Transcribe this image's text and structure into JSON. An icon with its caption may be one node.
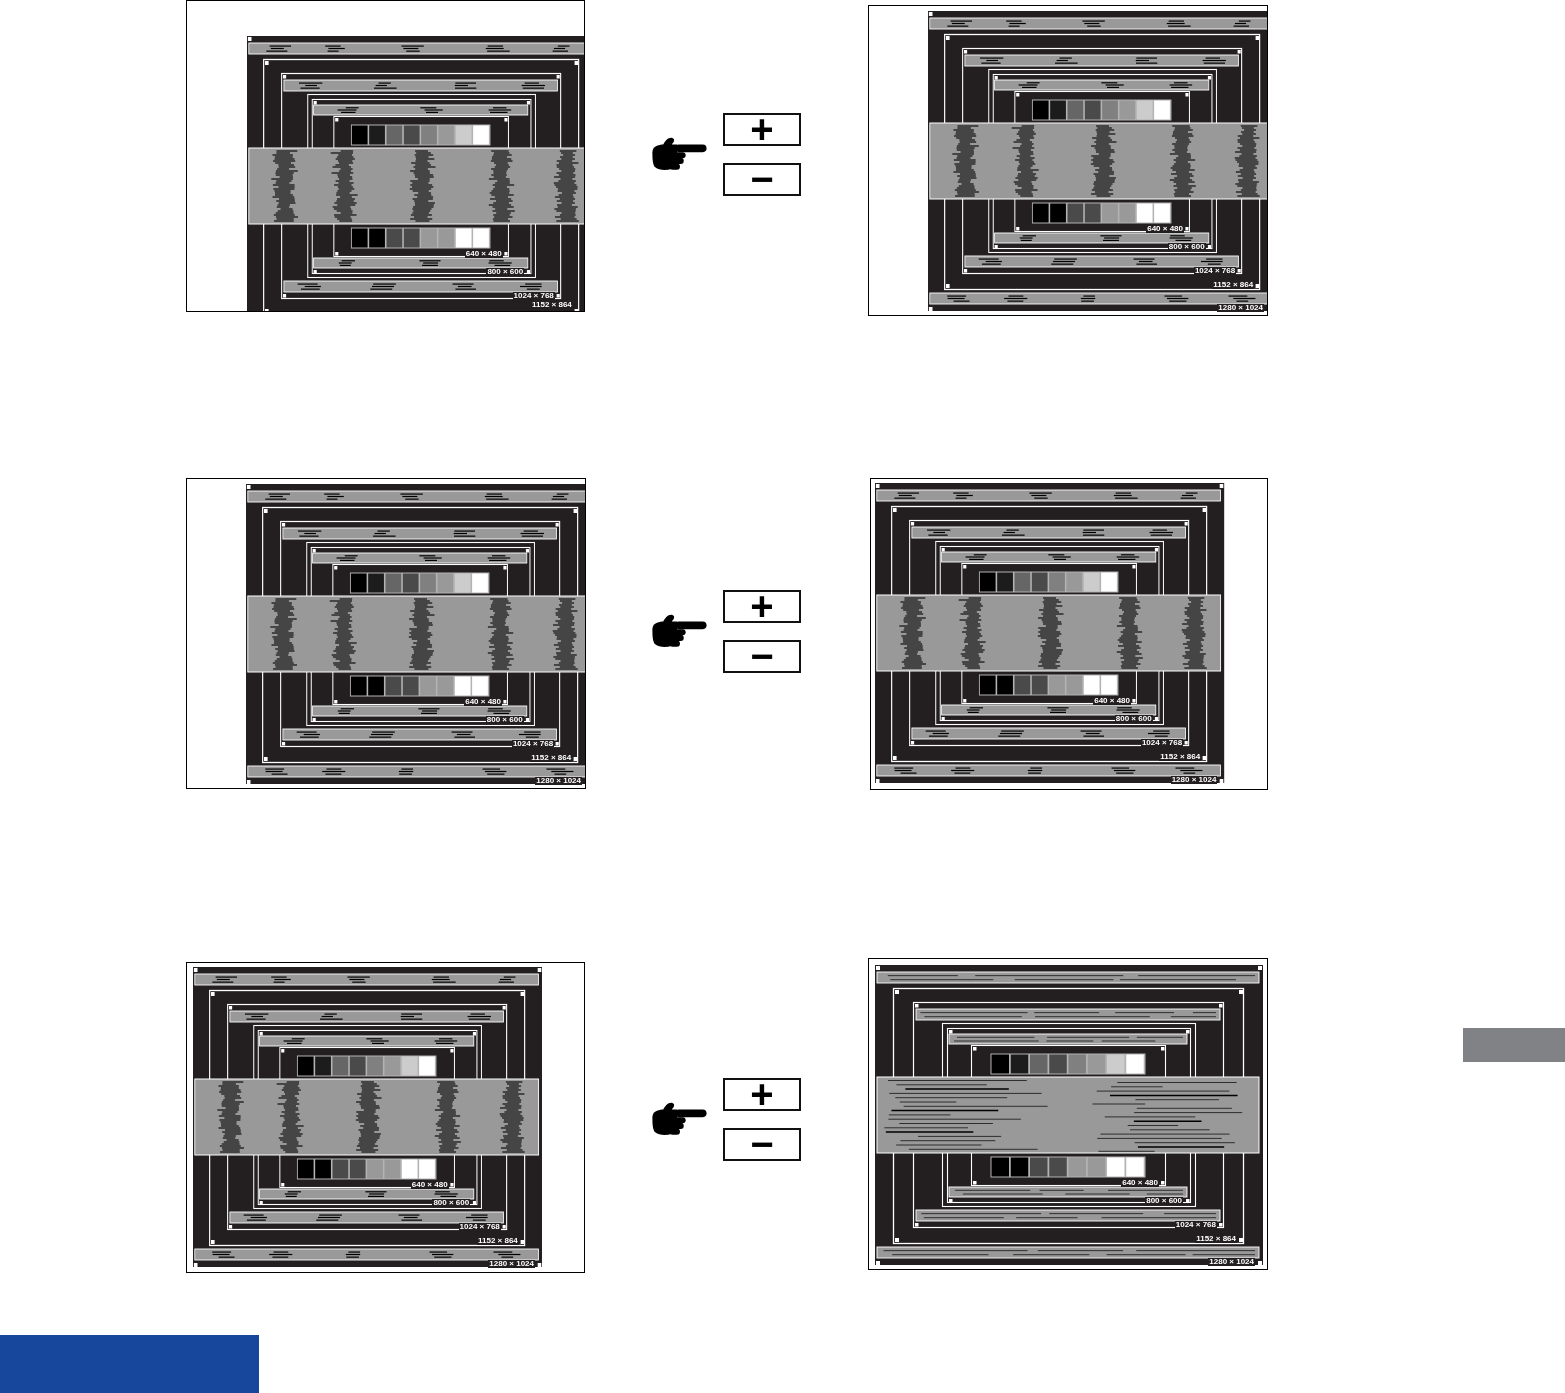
{
  "diagram": {
    "nodes": [
      {
        "text": [
          "640 × 480",
          "800 × 600",
          "1024 × 768",
          "1152 × 864"
        ]
      },
      {
        "text": [
          "+"
        ]
      },
      {
        "text": [
          "−"
        ]
      },
      {
        "text": [
          "640 × 480",
          "800 × 600",
          "1024 × 768",
          "1152 × 864",
          "1280 × 1024"
        ]
      },
      {
        "text": [
          "640 × 480",
          "800 × 600",
          "1024 × 768",
          "1152 × 864",
          "1280 × 1024"
        ]
      },
      {
        "text": [
          "+"
        ]
      },
      {
        "text": [
          "−"
        ]
      },
      {
        "text": [
          "640 × 480",
          "800 × 600",
          "1024 × 768",
          "1152 × 864",
          "1280 × 1024"
        ]
      },
      {
        "text": [
          "640 × 480",
          "800 × 600",
          "1024 × 768",
          "1152 × 864",
          "1280 × 1024"
        ]
      },
      {
        "text": [
          "+"
        ]
      },
      {
        "text": [
          "−"
        ]
      },
      {
        "text": [
          "640 × 480",
          "800 × 600",
          "1024 × 768",
          "1152 × 864",
          "1280 × 1024"
        ]
      },
      {
        "text": [],
        "shape": "bar"
      },
      {
        "text": [],
        "shape": "bar"
      }
    ]
  }
}
